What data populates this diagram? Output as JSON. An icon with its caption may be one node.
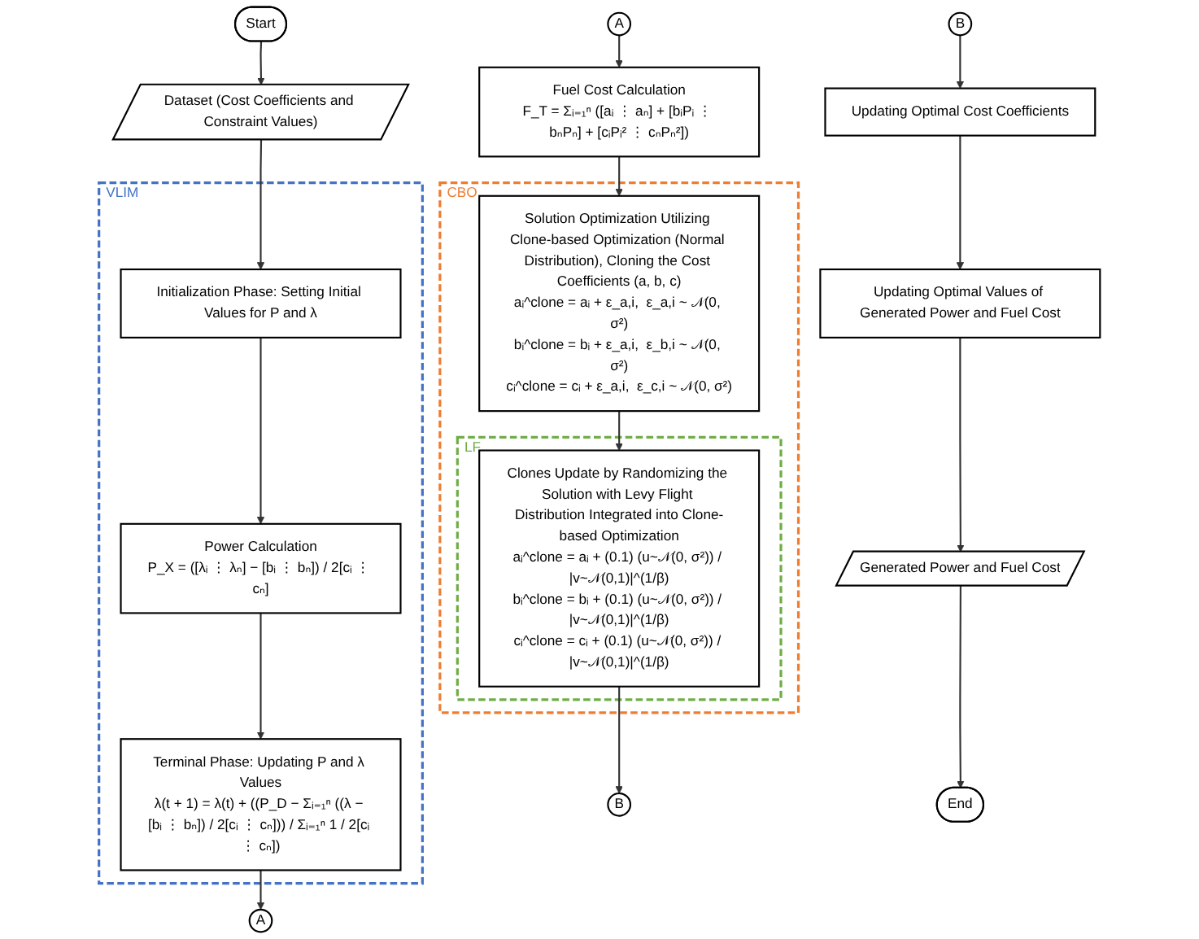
{
  "diagram": {
    "nodes": [
      {
        "text": [
          "Start"
        ]
      },
      {
        "text": [
          "Dataset (Cost Coefficients and Constraint Values)"
        ]
      },
      {
        "text": [
          "VLIM"
        ]
      },
      {
        "text": [
          "Initialization Phase: Setting Initial Values for P and λ"
        ],
        "in": 2
      },
      {
        "text": [
          "Power Calculation",
          "P_X = ([λᵢ ⋮ λₙ] − [bᵢ ⋮ bₙ]) / 2[cᵢ ⋮ cₙ]"
        ],
        "in": 2
      },
      {
        "text": [
          "Terminal Phase: Updating P and λ Values",
          "λ(t + 1) = λ(t) + ((P_D − Σᵢ₌₁ⁿ ((λ − [bᵢ ⋮ bₙ]) / 2[cᵢ ⋮ cₙ])) / Σᵢ₌₁ⁿ 1 / 2[cᵢ ⋮ cₙ])"
        ],
        "in": 2
      },
      {
        "text": [
          "A"
        ]
      },
      {
        "text": [
          "A"
        ]
      },
      {
        "text": [
          "Fuel Cost Calculation",
          "F_T = Σᵢ₌₁ⁿ ([aᵢ ⋮ aₙ] + [bᵢPᵢ ⋮ bₙPₙ] + [cᵢPᵢ² ⋮ cₙPₙ²])"
        ]
      },
      {
        "text": [
          "CBO"
        ]
      },
      {
        "text": [
          "Solution Optimization Utilizing Clone-based Optimization (Normal Distribution), Cloning the Cost Coefficients (a, b, c)",
          "aᵢ^clone = aᵢ + ε_a,i,  ε_a,i ~ 𝒩(0, σ²)",
          "bᵢ^clone = bᵢ + ε_a,i,  ε_b,i ~ 𝒩(0, σ²)",
          "cᵢ^clone = cᵢ + ε_a,i,  ε_c,i ~ 𝒩(0, σ²)"
        ],
        "in": 9
      },
      {
        "text": [
          "LF"
        ],
        "in": 9
      },
      {
        "text": [
          "Clones Update by Randomizing the Solution with Levy Flight Distribution Integrated into Clone-based Optimization",
          "aᵢ^clone = aᵢ + (0.1) (u~𝒩(0, σ²)) / |v~𝒩(0,1)|^(1/β)",
          "bᵢ^clone = bᵢ + (0.1) (u~𝒩(0, σ²)) / |v~𝒩(0,1)|^(1/β)",
          "cᵢ^clone = cᵢ + (0.1) (u~𝒩(0, σ²)) / |v~𝒩(0,1)|^(1/β)"
        ],
        "in": 11
      },
      {
        "text": [
          "B"
        ]
      },
      {
        "text": [
          "B"
        ]
      },
      {
        "text": [
          "Updating Optimal Cost Coefficients"
        ]
      },
      {
        "text": [
          "Updating Optimal Values of Generated Power and Fuel Cost"
        ]
      },
      {
        "text": [
          "Generated Power and Fuel Cost"
        ]
      },
      {
        "text": [
          "End"
        ]
      }
    ],
    "edges": [
      {
        "from": 0,
        "to": 1,
        "arrow": "to"
      },
      {
        "from": 1,
        "to": 3,
        "arrow": "to"
      },
      {
        "from": 3,
        "to": 4,
        "arrow": "to"
      },
      {
        "from": 4,
        "to": 5,
        "arrow": "to"
      },
      {
        "from": 5,
        "to": 6,
        "arrow": "to"
      },
      {
        "from": 7,
        "to": 8,
        "arrow": "to"
      },
      {
        "from": 8,
        "to": 10,
        "arrow": "to"
      },
      {
        "from": 10,
        "to": 12,
        "arrow": "to"
      },
      {
        "from": 12,
        "to": 13,
        "arrow": "to"
      },
      {
        "from": 14,
        "to": 15,
        "arrow": "to"
      },
      {
        "from": 15,
        "to": 16,
        "arrow": "to"
      },
      {
        "from": 16,
        "to": 17,
        "arrow": "to"
      },
      {
        "from": 17,
        "to": 18,
        "arrow": "to"
      }
    ]
  }
}
